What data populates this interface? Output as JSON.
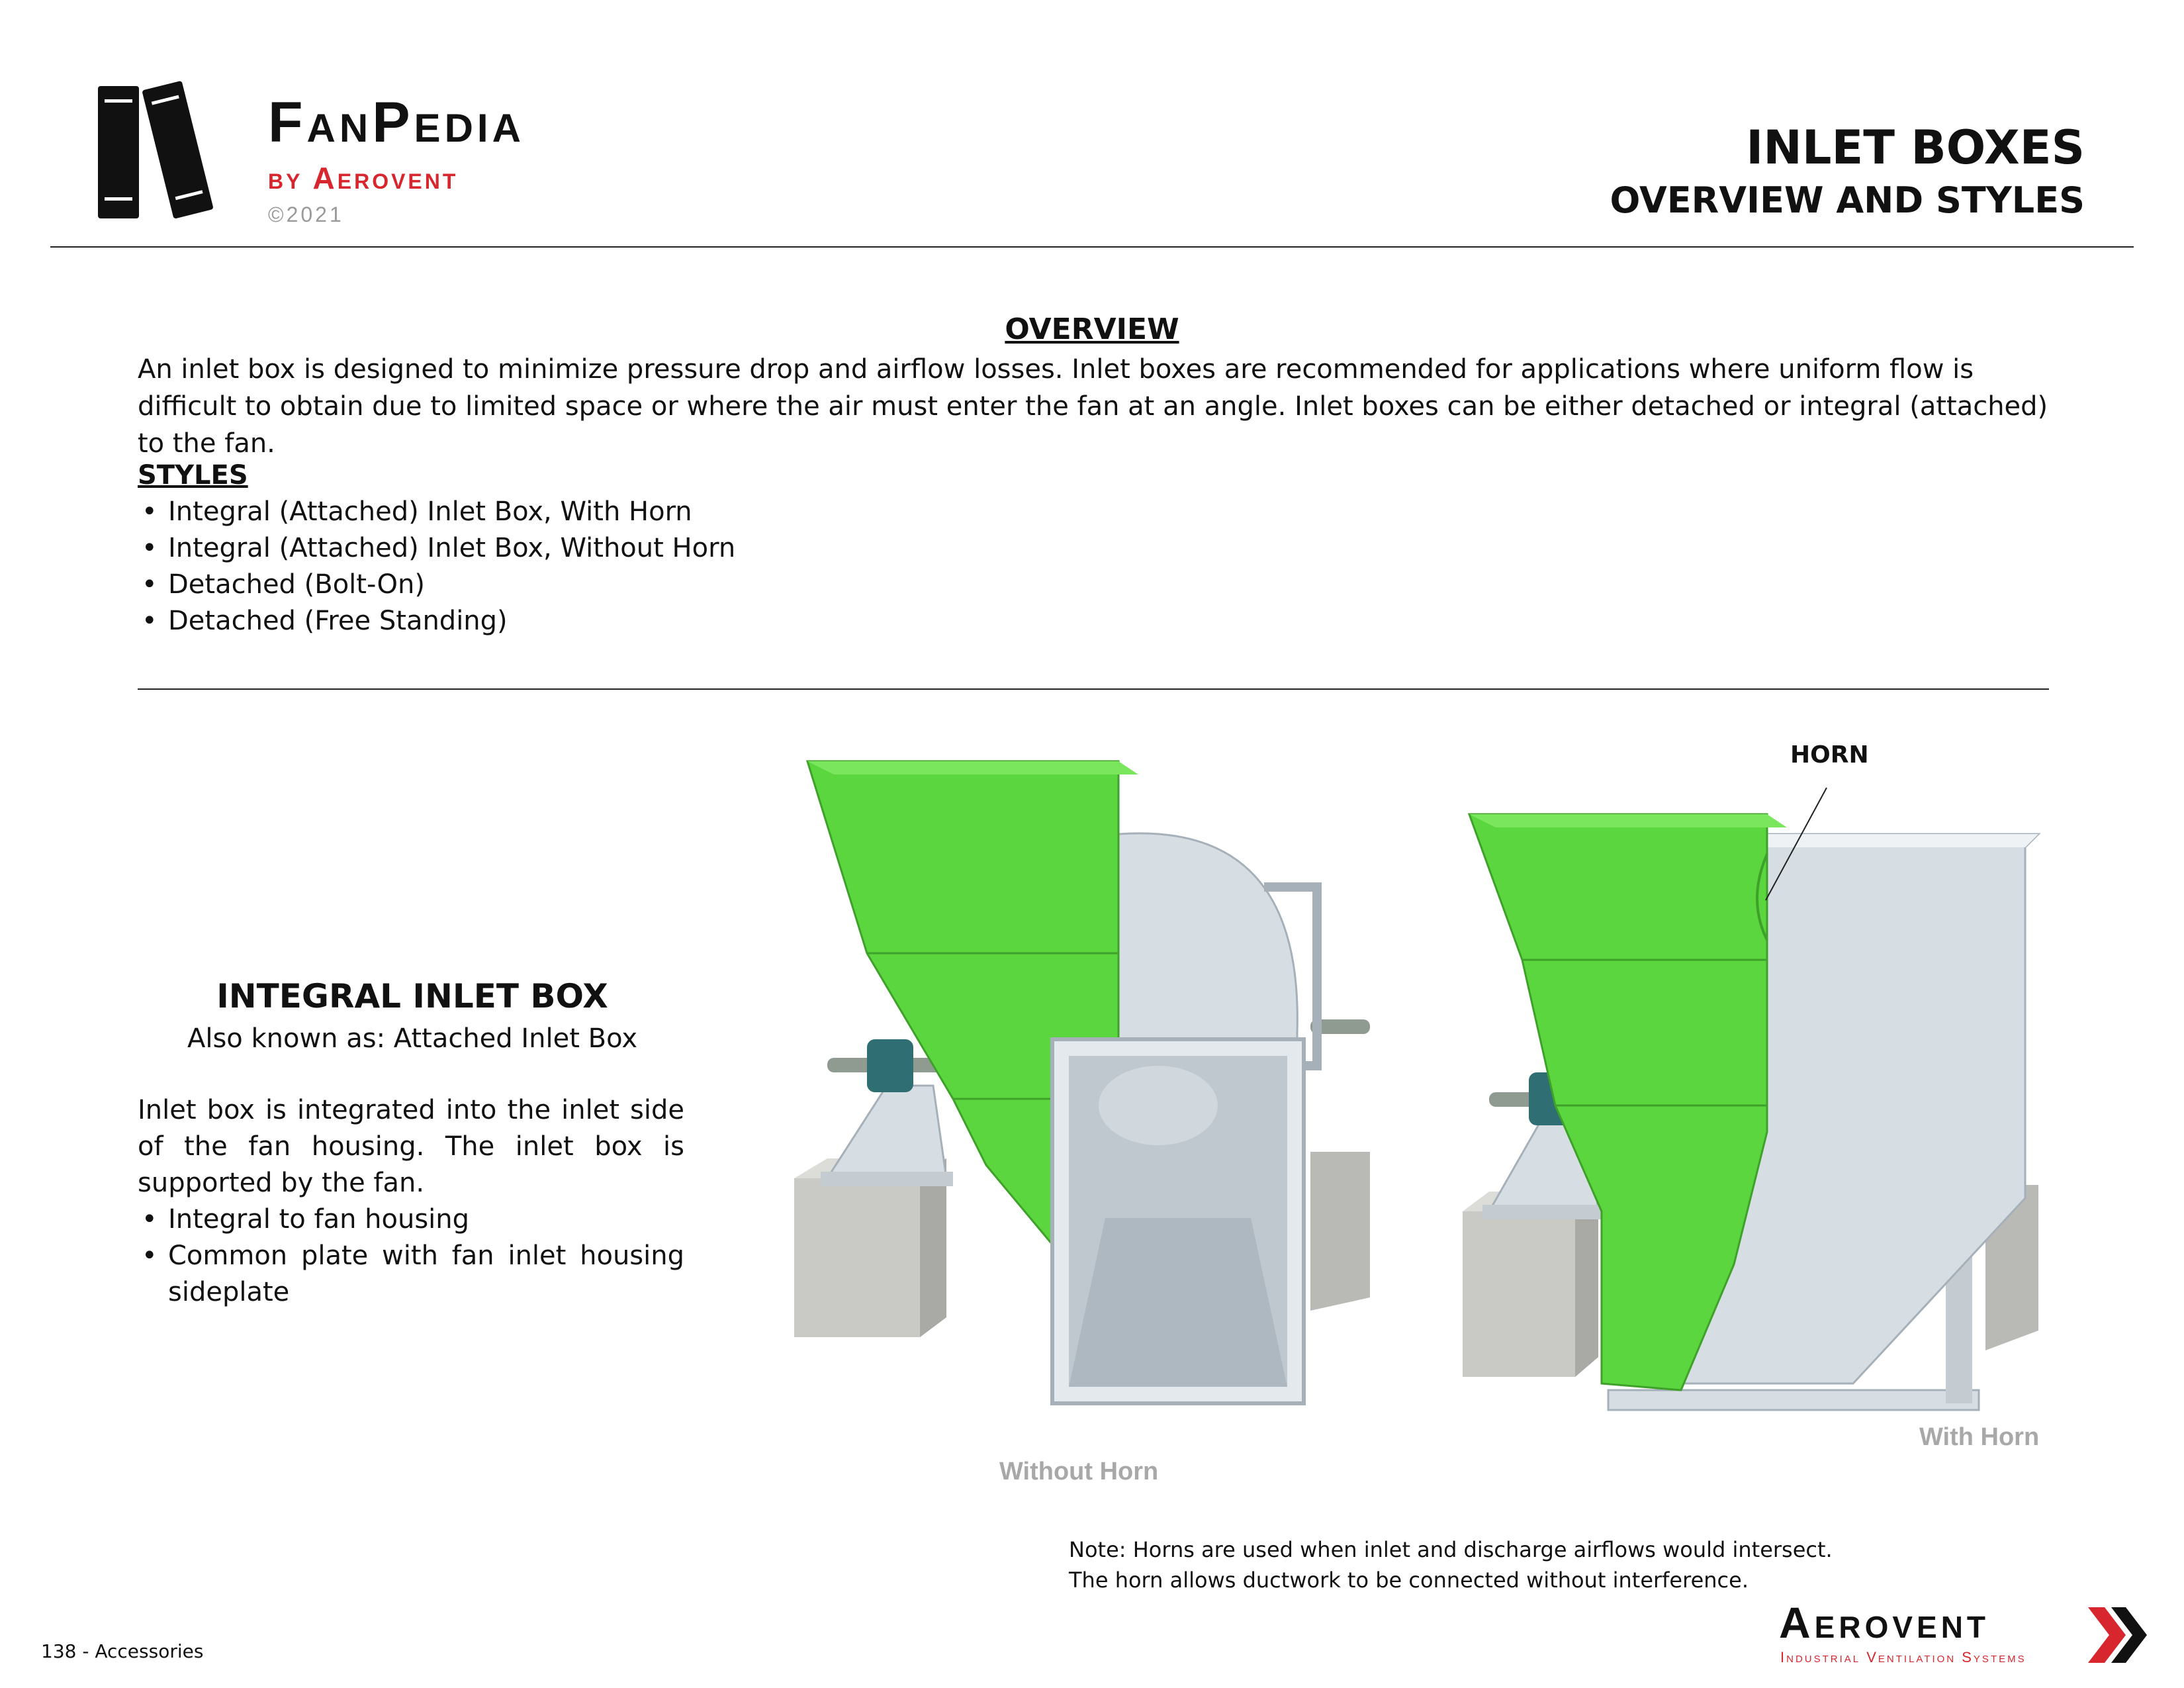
{
  "header": {
    "brand_name": "FanPedia",
    "brand_sub": "by Aerovent",
    "brand_year": "©2021",
    "title": "INLET BOXES",
    "subtitle": "OVERVIEW AND STYLES"
  },
  "overview": {
    "heading": "OVERVIEW",
    "text": "An inlet box is designed to minimize pressure drop and airflow losses. Inlet boxes are recommended for applications where uniform flow is difficult to obtain due to limited space or where the air must enter the fan at an angle. Inlet boxes can be either detached or integral (attached) to the fan."
  },
  "styles": {
    "heading": "STYLES",
    "items": [
      "Integral (Attached) Inlet Box, With Horn",
      "Integral (Attached) Inlet Box, Without Horn",
      "Detached (Bolt-On)",
      "Detached (Free Standing)"
    ]
  },
  "integral": {
    "title": "INTEGRAL INLET BOX",
    "aka": "Also known as: Attached Inlet Box",
    "description": "Inlet box is integrated into the inlet side of the fan housing. The inlet box is supported by the fan.",
    "bullets": [
      "Integral to fan housing",
      "Common plate with fan inlet housing sideplate"
    ]
  },
  "figures": {
    "left_caption": "Without Horn",
    "right_caption": "With Horn",
    "horn_label": "HORN"
  },
  "note": {
    "line1": "Note: Horns are used when inlet and discharge airflows would intersect.",
    "line2": "The horn allows ductwork to be connected without interference."
  },
  "footer": {
    "page_label": "138 - Accessories",
    "logo_name": "Aerovent",
    "logo_tagline": "Industrial Ventilation Systems"
  },
  "colors": {
    "accent_red": "#d7262d",
    "inlet_green": "#5cd63f",
    "housing_gray": "#d6dee4"
  }
}
